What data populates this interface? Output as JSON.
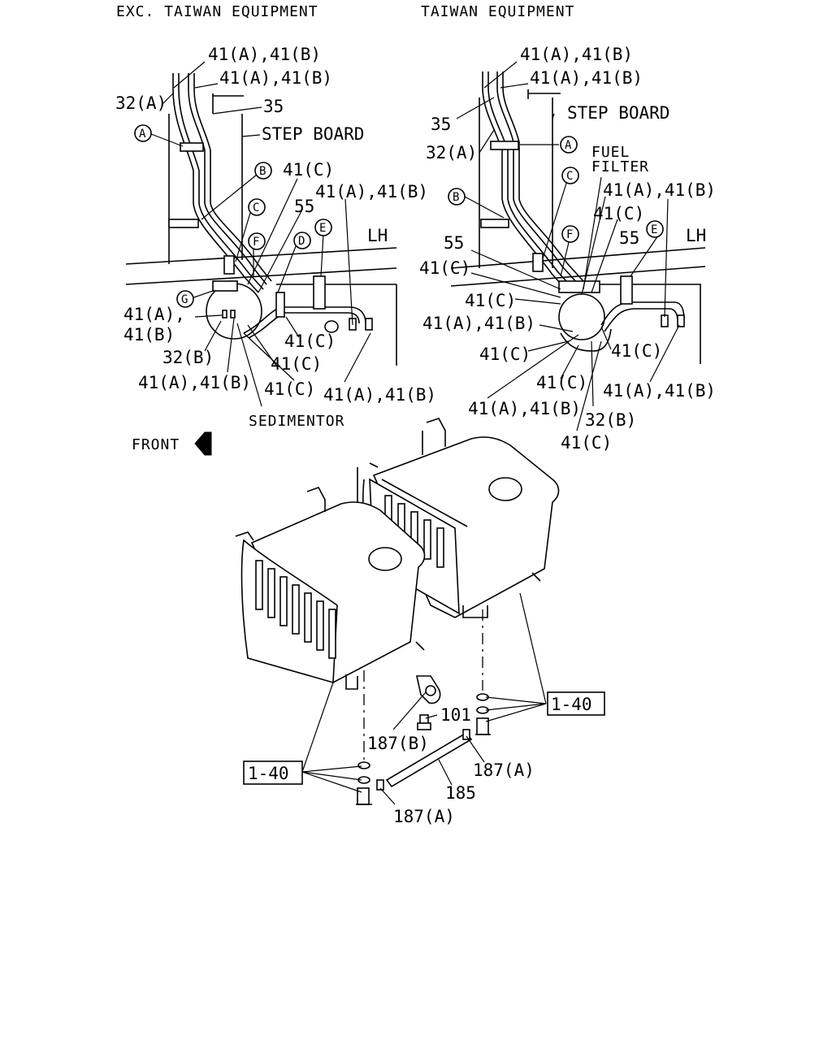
{
  "headers": {
    "left": "EXC. TAIWAN EQUIPMENT",
    "right": "TAIWAN EQUIPMENT"
  },
  "callouts": {
    "a": "A",
    "b": "B",
    "c": "C",
    "d": "D",
    "e": "E",
    "f": "F",
    "g": "G"
  },
  "left_view": {
    "l1": "41(A),41(B)",
    "l2": "41(A),41(B)",
    "l3": "32(A)",
    "l4": "35",
    "l5": "STEP BOARD",
    "l6": "41(C)",
    "l7": "41(A),41(B)",
    "l8": "55",
    "l9": "LH",
    "l10": "41(A),",
    "l11": "41(B)",
    "l12": "32(B)",
    "l13": "41(C)",
    "l14": "41(C)",
    "l15": "41(A),41(B)",
    "l16": "41(C)",
    "l17": "41(A),41(B)",
    "l18": "SEDIMENTOR"
  },
  "right_view": {
    "r1": "41(A),41(B)",
    "r2": "41(A),41(B)",
    "r3": "35",
    "r4": "STEP BOARD",
    "r5": "32(A)",
    "r6": "FUEL",
    "r7": "FILTER",
    "r8": "41(A),41(B)",
    "r9": "41(C)",
    "r10": "55",
    "r11": "LH",
    "r12": "55",
    "r13": "41(C)",
    "r14": "41(C)",
    "r15": "41(A),41(B)",
    "r16": "41(C)",
    "r17": "41(C)",
    "r18": "41(C)",
    "r19": "41(A),41(B)",
    "r20": "41(A),41(B)",
    "r21": "32(B)",
    "r22": "41(C)"
  },
  "tank_view": {
    "front": "FRONT",
    "ref_box": "1-40",
    "p101": "101",
    "p187b": "187(B)",
    "p187a": "187(A)",
    "p185": "185"
  }
}
